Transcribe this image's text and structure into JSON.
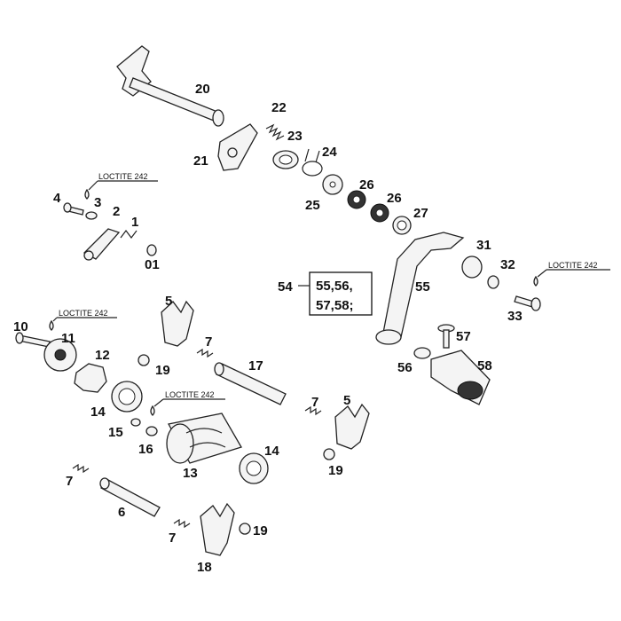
{
  "labels": {
    "l20": "20",
    "l22": "22",
    "l21": "21",
    "l23": "23",
    "l24": "24",
    "l4": "4",
    "l3": "3",
    "loctite_a": "LOCTITE 242",
    "l2": "2",
    "l1": "1",
    "l01": "01",
    "l25": "25",
    "l26a": "26",
    "l26b": "26",
    "l27": "27",
    "l31": "31",
    "l32": "32",
    "loctite_b": "LOCTITE 242",
    "l33": "33",
    "l54": "54",
    "box_line1": "55,56,",
    "box_line2": "57,58;",
    "l55": "55",
    "l57": "57",
    "l56": "56",
    "l58": "58",
    "l5a": "5",
    "l10": "10",
    "loctite_c": "LOCTITE 242",
    "l11": "11",
    "l12": "12",
    "l7a": "7",
    "l19a": "19",
    "l17": "17",
    "l14a": "14",
    "loctite_d": "LOCTITE 242",
    "l15": "15",
    "l16": "16",
    "l13": "13",
    "l14b": "14",
    "l7b": "7",
    "l5b": "5",
    "l19b": "19",
    "l7c": "7",
    "l6": "6",
    "l7d": "7",
    "l19c": "19",
    "l18": "18"
  }
}
